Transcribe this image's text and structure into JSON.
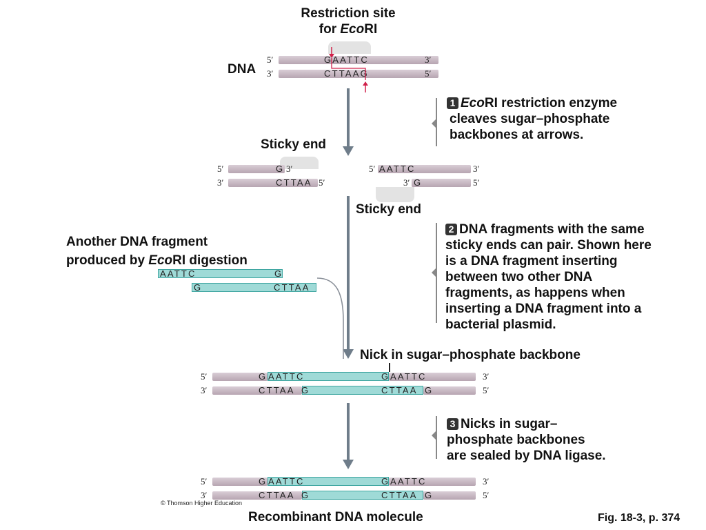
{
  "title_line1": "Restriction site",
  "title_line2_prefix": "for ",
  "title_line2_italic": "Eco",
  "title_line2_suffix": "RI",
  "dna_label": "DNA",
  "ends": {
    "five": "5′",
    "three": "3′"
  },
  "sequences": {
    "top_orig": "GAATTC",
    "bottom_orig": "CTTAAG",
    "left_top": "G",
    "left_bottom": "CTTAA",
    "right_top": "AATTC",
    "right_bottom": "G",
    "frag_top_a": "AATTC",
    "frag_top_b": "G",
    "frag_bottom_a": "G",
    "frag_bottom_b": "CTTAA",
    "rec_top_1": "G",
    "rec_top_2": "AATTC",
    "rec_top_3": "G",
    "rec_top_4": "AATTC",
    "rec_bot_1": "CTTAA",
    "rec_bot_2": "G",
    "rec_bot_3": "CTTAA",
    "rec_bot_4": "G"
  },
  "sticky_end_top": "Sticky end",
  "sticky_end_bottom": "Sticky end",
  "another_fragment_line1": "Another DNA fragment",
  "another_fragment_line2_prefix": "produced by ",
  "another_fragment_line2_italic": "Eco",
  "another_fragment_line2_suffix": "RI digestion",
  "nick_label": "Nick in sugar–phosphate backbone",
  "steps": [
    {
      "num": "1",
      "italic": "Eco",
      "line1_rest": "RI restriction enzyme",
      "line2": "cleaves sugar–phosphate",
      "line3": "backbones at arrows."
    },
    {
      "num": "2",
      "lines": [
        "DNA fragments with the same",
        "sticky ends can pair. Shown here",
        "is a DNA fragment inserting",
        "between two other DNA",
        "fragments, as happens when",
        "inserting a DNA fragment into a",
        "bacterial plasmid."
      ]
    },
    {
      "num": "3",
      "lines": [
        "Nicks in sugar–",
        "phosphate backbones",
        "are sealed by DNA ligase."
      ]
    }
  ],
  "recombinant_label": "Recombinant DNA molecule",
  "credit": "© Thomson Higher Education",
  "fig_label": "Fig. 18-3, p. 374",
  "colors": {
    "strand": "#c4b4bf",
    "teal": "#9fdad7",
    "arrow": "#6f7d8a",
    "cut": "#d0204a"
  }
}
